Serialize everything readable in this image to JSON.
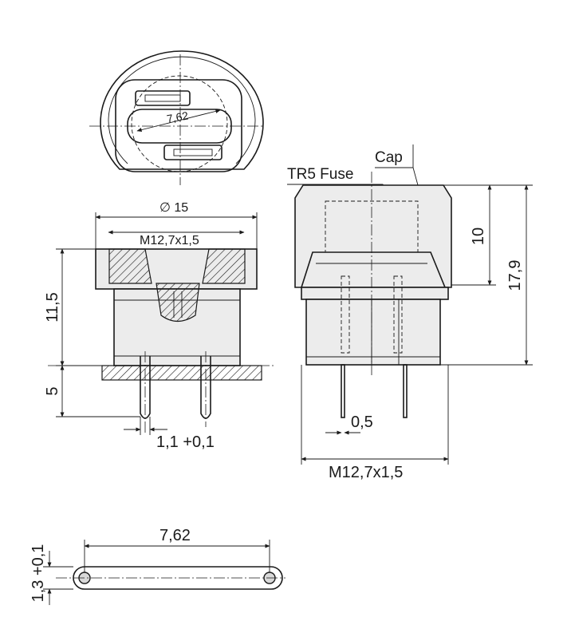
{
  "labels": {
    "cap": "Cap",
    "fuse": "TR5 Fuse",
    "diameter": "∅ 15",
    "thread_top": "M12,7x1,5",
    "thread_bottom": "M12,7x1,5",
    "pitch_top": "7,62",
    "pitch_bottom": "7,62",
    "height_left": "11,5",
    "pins_left": "5",
    "pin_width": "1,1 +0,1",
    "pin_thickness": "0,5",
    "cap_height": "10",
    "total_height": "17,9",
    "lead_thickness": "1,3 +0,1"
  },
  "colors": {
    "ink": "#1a1a1a",
    "body": "#ececec"
  }
}
